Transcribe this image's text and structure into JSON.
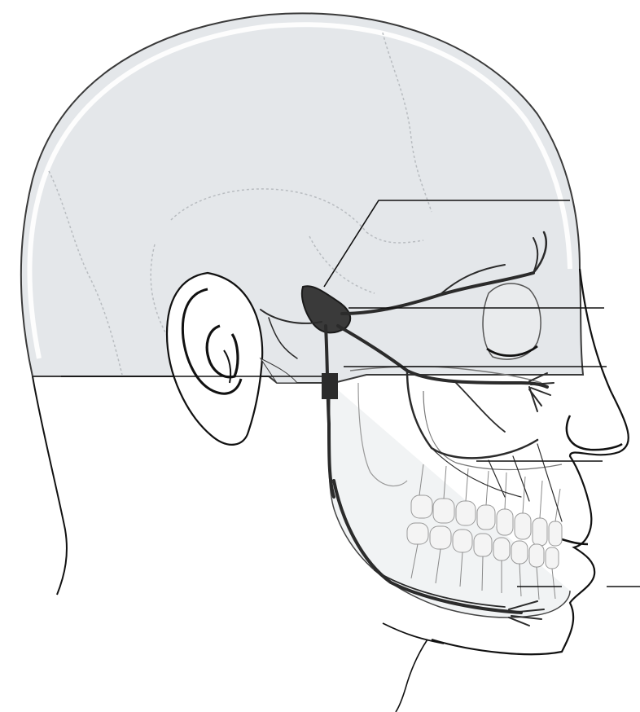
{
  "diagram": {
    "labels": [],
    "leader_lines": [
      "line-1",
      "line-2",
      "line-3",
      "line-4",
      "line-5",
      "line-6"
    ]
  },
  "colors": {
    "skull_fill": "#e4e7ea",
    "skull_edge": "#3a3a3a",
    "suture": "#b8bcc0",
    "nerve": "#2b2b2b",
    "nerve_light": "#4a4a4a",
    "skin_outline": "#111111",
    "teeth": "#f4f4f4",
    "tooth_edge": "#9a9a9a",
    "leader": "#111111"
  }
}
